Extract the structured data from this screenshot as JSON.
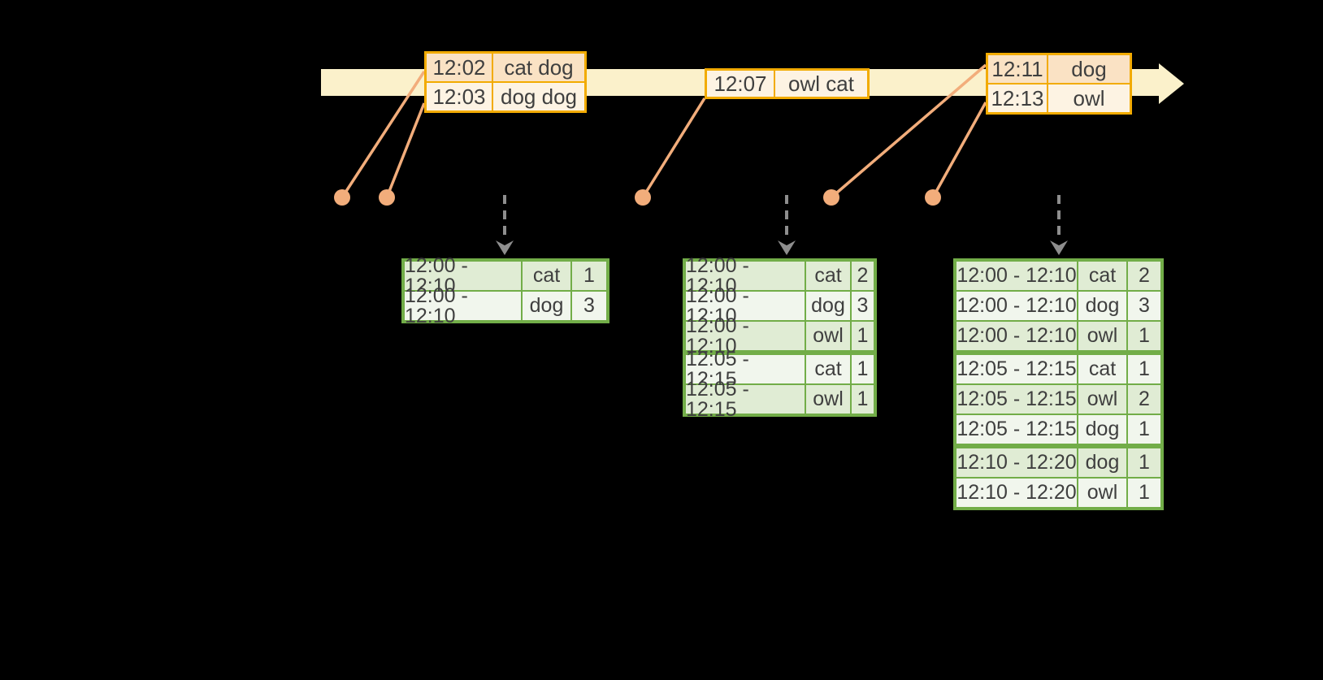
{
  "diagram": {
    "kind": "streaming windowed grouped aggregation timeline",
    "timeline_events": [
      {
        "rows": [
          {
            "time": "12:02",
            "words": "cat dog"
          },
          {
            "time": "12:03",
            "words": "dog dog"
          }
        ]
      },
      {
        "rows": [
          {
            "time": "12:07",
            "words": "owl cat"
          }
        ]
      },
      {
        "rows": [
          {
            "time": "12:11",
            "words": "dog"
          },
          {
            "time": "12:13",
            "words": "owl"
          }
        ]
      }
    ],
    "result_tables": [
      {
        "rows": [
          {
            "window": "12:00 - 12:10",
            "word": "cat",
            "count": "1"
          },
          {
            "window": "12:00 - 12:10",
            "word": "dog",
            "count": "3"
          }
        ]
      },
      {
        "rows": [
          {
            "window": "12:00 - 12:10",
            "word": "cat",
            "count": "2"
          },
          {
            "window": "12:00 - 12:10",
            "word": "dog",
            "count": "3"
          },
          {
            "window": "12:00 - 12:10",
            "word": "owl",
            "count": "1"
          },
          {
            "window": "12:05 - 12:15",
            "word": "cat",
            "count": "1"
          },
          {
            "window": "12:05 - 12:15",
            "word": "owl",
            "count": "1"
          }
        ]
      },
      {
        "rows": [
          {
            "window": "12:00 - 12:10",
            "word": "cat",
            "count": "2"
          },
          {
            "window": "12:00 - 12:10",
            "word": "dog",
            "count": "3"
          },
          {
            "window": "12:00 - 12:10",
            "word": "owl",
            "count": "1"
          },
          {
            "window": "12:05 - 12:15",
            "word": "cat",
            "count": "1"
          },
          {
            "window": "12:05 - 12:15",
            "word": "owl",
            "count": "2"
          },
          {
            "window": "12:05 - 12:15",
            "word": "dog",
            "count": "1"
          },
          {
            "window": "12:10 - 12:20",
            "word": "dog",
            "count": "1"
          },
          {
            "window": "12:10 - 12:20",
            "word": "owl",
            "count": "1"
          }
        ]
      }
    ],
    "colors": {
      "background": "#000000",
      "timeline_band": "#FBF1CB",
      "event_border": "#F2AB00",
      "event_row_dark": "#FAE2C4",
      "event_row_light": "#FDF3E3",
      "connector_salmon": "#F2AD7B",
      "trigger_arrow_gray": "#8E8E8E",
      "result_border": "#72AD48",
      "result_row_odd": "#E0ECD4",
      "result_row_even": "#F1F6ED",
      "text": "#3F3F3F"
    }
  }
}
